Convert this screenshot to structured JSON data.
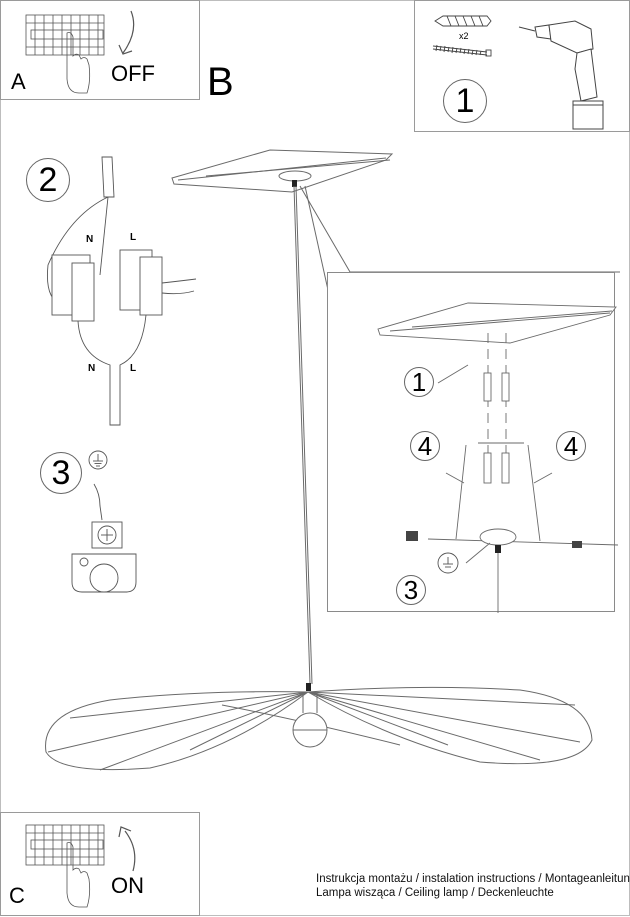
{
  "document": {
    "type": "installation-instructions",
    "product": "Ceiling lamp"
  },
  "steps": {
    "a": {
      "letter": "A",
      "action": "OFF",
      "icon": "circuit-breaker-off-icon"
    },
    "b": {
      "letter": "B"
    },
    "c": {
      "letter": "C",
      "action": "ON",
      "icon": "circuit-breaker-on-icon"
    }
  },
  "panel_tools": {
    "step_number": "1",
    "quantity": "x2",
    "items": [
      "wall-plug-icon",
      "screw-icon",
      "drill-icon"
    ]
  },
  "wiring": {
    "step_number": "2",
    "top_labels": {
      "neutral": "N",
      "live": "L"
    },
    "bottom_labels": {
      "neutral": "N",
      "live": "L"
    }
  },
  "grounding": {
    "step_number": "3",
    "icon": "ground-symbol-icon"
  },
  "detail_view": {
    "callouts": [
      {
        "number": "1",
        "label": "wall plugs and screws"
      },
      {
        "number": "4",
        "label": "canopy bracket left"
      },
      {
        "number": "4",
        "label": "canopy bracket right"
      },
      {
        "number": "3",
        "label": "ground connection"
      }
    ]
  },
  "footer": {
    "line1": "Instrukcja montażu / instalation instructions / Montageanleitung",
    "line2": "Lampa wisząca / Ceiling lamp / Deckenleuchte"
  },
  "colors": {
    "line": "#6a6a6a",
    "frame": "#9a9a9a",
    "text": "#000000"
  }
}
